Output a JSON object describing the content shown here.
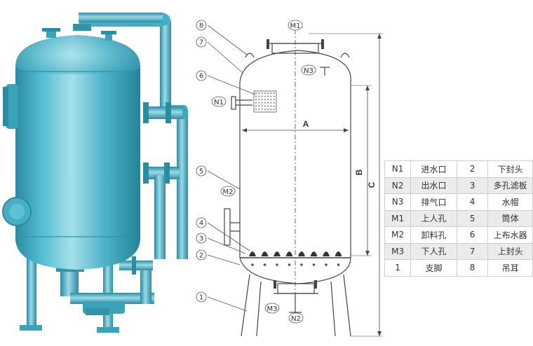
{
  "drawing": {
    "callouts": [
      "1",
      "2",
      "3",
      "4",
      "5",
      "6",
      "7",
      "8"
    ],
    "nozzles": {
      "n1": "N1",
      "n2": "N2",
      "n3": "N3",
      "m1": "M1",
      "m2": "M2",
      "m3": "M3"
    },
    "dimensions": {
      "a": "A",
      "b": "B",
      "c": "C"
    }
  },
  "legend": {
    "rows": [
      {
        "code": "N1",
        "name": "进水口",
        "num": "2",
        "part": "下封头"
      },
      {
        "code": "N2",
        "name": "出水口",
        "num": "3",
        "part": "多孔滤板"
      },
      {
        "code": "N3",
        "name": "排气口",
        "num": "4",
        "part": "水帽"
      },
      {
        "code": "M1",
        "name": "上人孔",
        "num": "5",
        "part": "筒体"
      },
      {
        "code": "M2",
        "name": "卸料孔",
        "num": "6",
        "part": "上布水器"
      },
      {
        "code": "M3",
        "name": "下人孔",
        "num": "7",
        "part": "上封头"
      },
      {
        "code": "1",
        "name": "支脚",
        "num": "8",
        "part": "吊耳"
      }
    ]
  },
  "colors": {
    "tank": "#4fb7cc",
    "tank_dark": "#2c8fa4",
    "tank_light": "#9ad9e6",
    "line": "#444444"
  }
}
